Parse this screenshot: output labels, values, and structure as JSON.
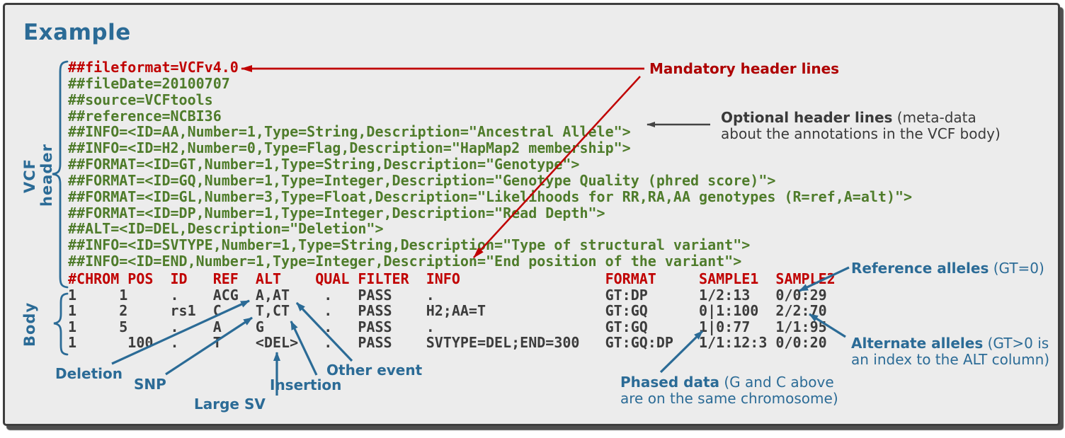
{
  "title": "Example",
  "palette": {
    "background": "#ececec",
    "border": "#3e3e3e",
    "blue_accent": "#2b6b96",
    "green_text": "#4f7c2b",
    "red_text": "#c00000",
    "dark_red_label": "#ae0000",
    "gray_label": "#3a3a3a",
    "body_text": "#3c3c3c"
  },
  "vcf": {
    "header_brace_label": "VCF header",
    "body_brace_label": "Body",
    "header_lines": [
      {
        "t": "##fileformat=VCFv4.0",
        "c": "red"
      },
      {
        "t": "##fileDate=20100707",
        "c": "green"
      },
      {
        "t": "##source=VCFtools",
        "c": "green"
      },
      {
        "t": "##reference=NCBI36",
        "c": "green"
      },
      {
        "t": "##INFO=<ID=AA,Number=1,Type=String,Description=\"Ancestral Allele\">",
        "c": "green"
      },
      {
        "t": "##INFO=<ID=H2,Number=0,Type=Flag,Description=\"HapMap2 membership\">",
        "c": "green"
      },
      {
        "t": "##FORMAT=<ID=GT,Number=1,Type=String,Description=\"Genotype\">",
        "c": "green"
      },
      {
        "t": "##FORMAT=<ID=GQ,Number=1,Type=Integer,Description=\"Genotype Quality (phred score)\">",
        "c": "green"
      },
      {
        "t": "##FORMAT=<ID=GL,Number=3,Type=Float,Description=\"Likelihoods for RR,RA,AA genotypes (R=ref,A=alt)\">",
        "c": "green"
      },
      {
        "t": "##FORMAT=<ID=DP,Number=1,Type=Integer,Description=\"Read Depth\">",
        "c": "green"
      },
      {
        "t": "##ALT=<ID=DEL,Description=\"Deletion\">",
        "c": "green"
      },
      {
        "t": "##INFO=<ID=SVTYPE,Number=1,Type=String,Description=\"Type of structural variant\">",
        "c": "green"
      },
      {
        "t": "##INFO=<ID=END,Number=1,Type=Integer,Description=\"End position of the variant\">",
        "c": "green"
      }
    ],
    "body_lines": [
      {
        "t": "#CHROM POS  ID   REF  ALT    QUAL FILTER  INFO                 FORMAT     SAMPLE1  SAMPLE2",
        "c": "red"
      },
      {
        "t": "1     1     .    ACG  A,AT    .   PASS    .                    GT:DP      1/2:13   0/0:29",
        "c": "dark"
      },
      {
        "t": "1     2     rs1  C    T,CT    .   PASS    H2;AA=T              GT:GQ      0|1:100  2/2:70",
        "c": "dark"
      },
      {
        "t": "1     5     .    A    G       .   PASS    .                    GT:GQ      1|0:77   1/1:95",
        "c": "dark"
      },
      {
        "t": "1      100  .    T    <DEL>   .   PASS    SVTYPE=DEL;END=300   GT:GQ:DP   1/1:12:3 0/0:20",
        "c": "dark"
      }
    ]
  },
  "annotations": {
    "mandatory": {
      "text": "Mandatory header lines"
    },
    "optional": {
      "bold": "Optional header lines",
      "rest": " (meta-data",
      "line2": "about the annotations in the VCF body)"
    },
    "reference": {
      "bold": "Reference alleles",
      "rest": " (GT=0)"
    },
    "alternate": {
      "bold": "Alternate alleles",
      "rest": " (GT>0 is",
      "line2": "an index to the ALT column)"
    },
    "phased": {
      "bold": "Phased data",
      "rest": " (G and C above",
      "line2": "are on the same chromosome)"
    },
    "deletion": "Deletion",
    "snp": "SNP",
    "large_sv": "Large SV",
    "insertion": "Insertion",
    "other_event": "Other event"
  }
}
